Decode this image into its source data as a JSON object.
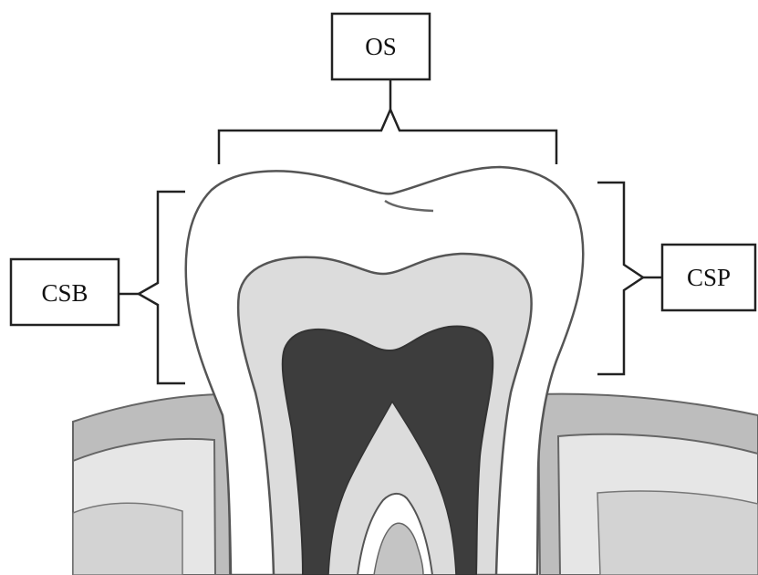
{
  "labels": {
    "top": "OS",
    "left": "CSB",
    "right": "CSP"
  },
  "colors": {
    "outline": "#555555",
    "enamel": "#ffffff",
    "dentin": "#dcdcdc",
    "pulp": "#3d3d3d",
    "gum_outer": "#bdbdbd",
    "gum_inner": "#e3e3e3",
    "bone": "#c9c9c9"
  }
}
